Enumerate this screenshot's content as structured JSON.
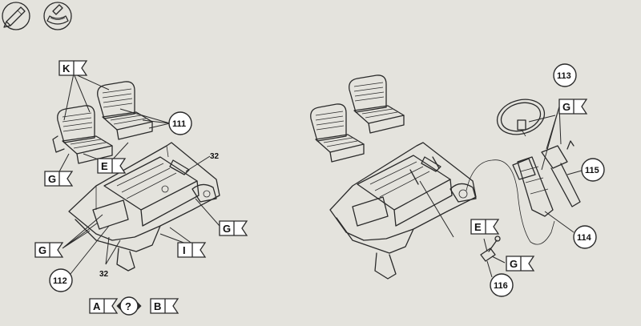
{
  "labels": {
    "K": "K",
    "E_left": "E",
    "G_seat": "G",
    "G_right": "G",
    "G_lower": "G",
    "I": "I",
    "A": "A",
    "B": "B",
    "question": "?",
    "G_column": "G",
    "E_right": "E",
    "G_lever": "G"
  },
  "callouts": {
    "c111": "111",
    "c112": "112",
    "c113": "113",
    "c114": "114",
    "c115": "115",
    "c116": "116",
    "n32_top": "32",
    "n32_bottom": "32"
  },
  "icons": [
    "glue-tube-icon",
    "paint-mix-icon"
  ]
}
